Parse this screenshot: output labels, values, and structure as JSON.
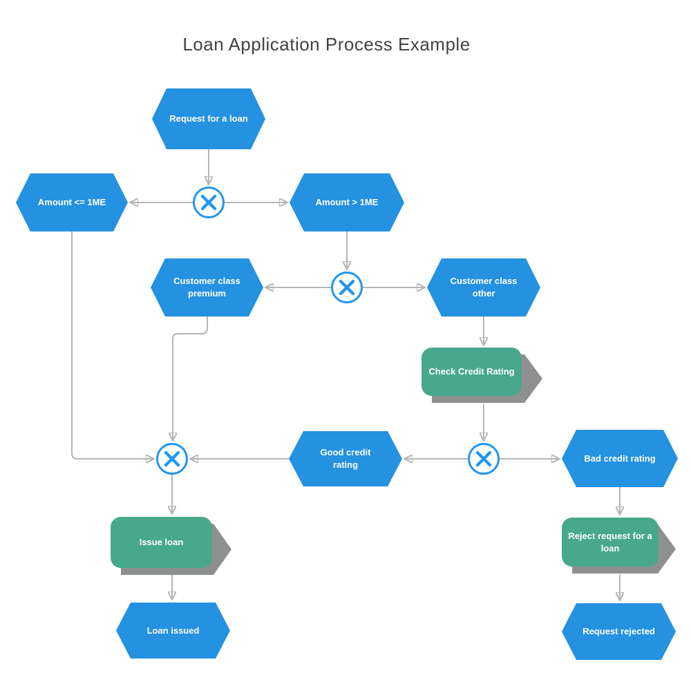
{
  "title": "Loan Application Process Example",
  "colors": {
    "event_fill": "#2491e1",
    "task_fill": "#48a88c",
    "shadow": "#8e9090",
    "gateway_stroke": "#2196f3",
    "connector": "#b5b5b5",
    "title_color": "#424242",
    "node_text": "#ffffff"
  },
  "gateway": {
    "type": "XOR",
    "symbol": "X"
  },
  "nodes": {
    "request_loan": {
      "label": "Request for a loan"
    },
    "amount_le": {
      "label": "Amount <= 1ME"
    },
    "amount_gt": {
      "label": "Amount > 1ME"
    },
    "premium": {
      "label": "Customer class premium"
    },
    "other": {
      "label": "Customer class other"
    },
    "check_credit": {
      "label": "Check Credit Rating"
    },
    "good_credit": {
      "label": "Good credit rating"
    },
    "bad_credit": {
      "label": "Bad credit rating"
    },
    "issue_loan": {
      "label": "Issue loan"
    },
    "loan_issued": {
      "label": "Loan issued"
    },
    "reject_request": {
      "label": "Reject request for a loan"
    },
    "request_rejected": {
      "label": "Request rejected"
    }
  }
}
